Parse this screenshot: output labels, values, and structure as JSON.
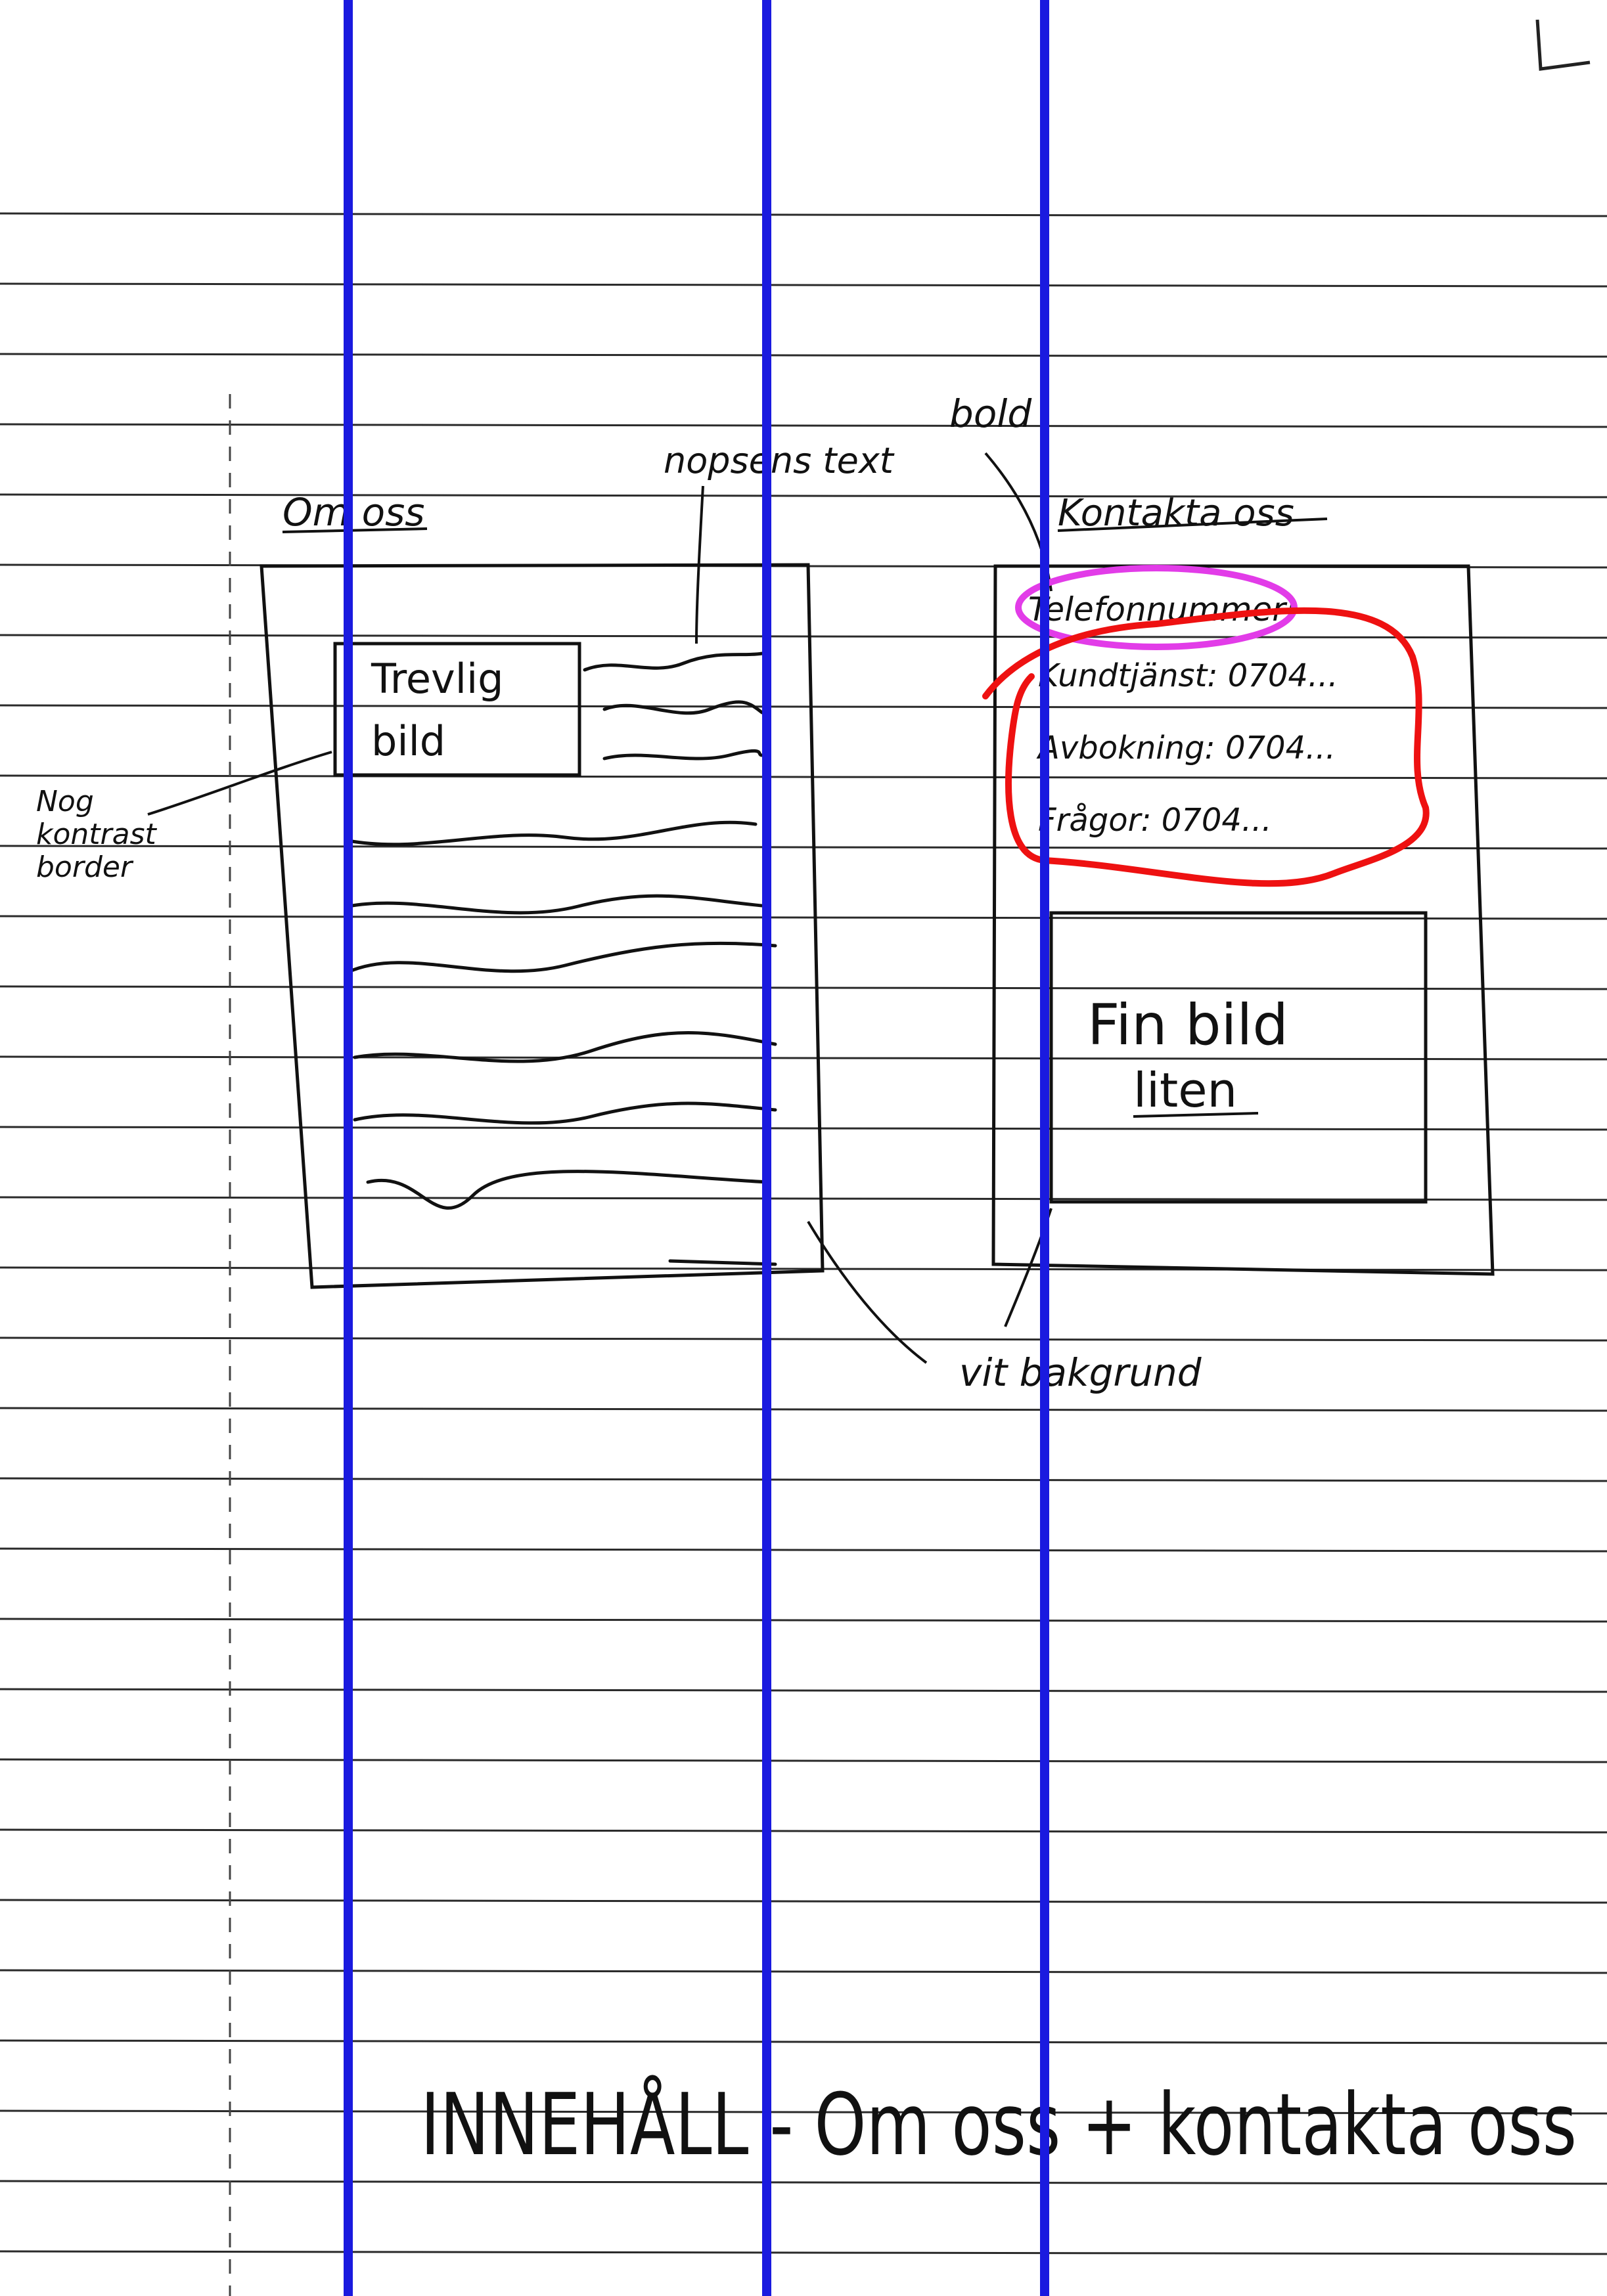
{
  "colors": {
    "ruled_line": "#2a2a2a",
    "column_guides": "#1a1adf",
    "ink": "#111111",
    "circle_phone_label": "#e23ce8",
    "circle_phone_list": "#ee1111"
  },
  "about": {
    "heading": "Om oss",
    "image_label_line1": "Trevlig",
    "image_label_line2": "bild",
    "note_placeholder_text": "nopsens text",
    "note_border": "Nog kontrast border"
  },
  "contact": {
    "heading": "Kontakta oss",
    "note_bold": "bold",
    "phone_label": "Telefonnummer:",
    "phones": [
      {
        "label": "Kundtjänst:",
        "value": "0704..."
      },
      {
        "label": "Avbokning:",
        "value": "0704..."
      },
      {
        "label": "Frågor:",
        "value": "0704..."
      }
    ],
    "image_label_line1": "Fin bild",
    "image_label_line2": "liten"
  },
  "note_background": "vit bakgrund",
  "footer": "INNEHÅLL - Om oss + kontakta oss"
}
